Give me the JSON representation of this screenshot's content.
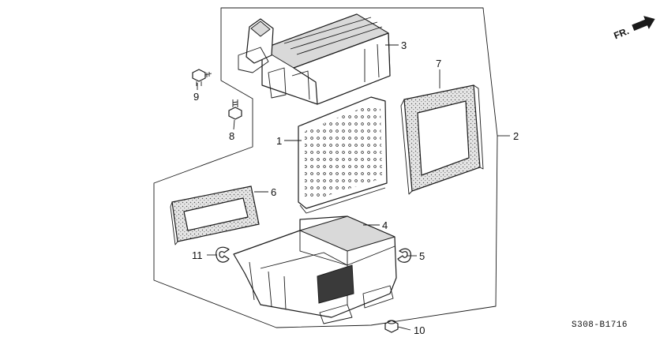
{
  "part_numbers": {
    "p1": "1",
    "p2": "2",
    "p3": "3",
    "p4": "4",
    "p5": "5",
    "p6": "6",
    "p7": "7",
    "p8": "8",
    "p9": "9",
    "p10": "10",
    "p11": "11"
  },
  "fr_label": "FR.",
  "diagram_code": "S308-B1716"
}
